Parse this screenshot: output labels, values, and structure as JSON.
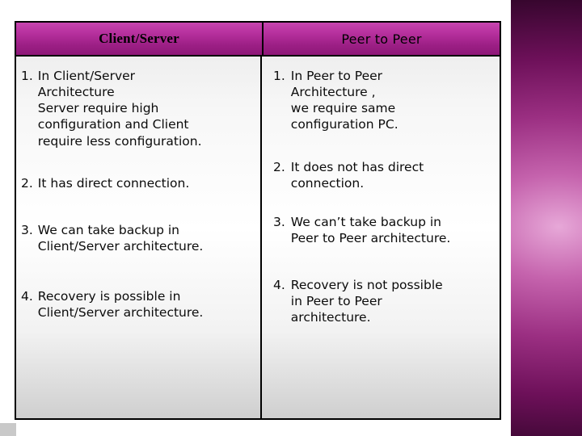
{
  "slide": {
    "table": {
      "headers": {
        "left": "Client/Server",
        "right": "Peer to Peer"
      },
      "rows": [
        {
          "number_left": "1.",
          "left": "In Client/Server\nArchitecture\nServer require high\nconfiguration and Client\nrequire less configuration.",
          "number_right": "1.",
          "right": "In Peer to Peer\nArchitecture ,\nwe require same\nconfiguration PC."
        },
        {
          "number_left": "2.",
          "left": "It has direct connection.",
          "number_right": "2.",
          "right": "It does not has direct\nconnection."
        },
        {
          "number_left": "3.",
          "left": "We can take backup in\nClient/Server architecture.",
          "number_right": "3.",
          "right": "We can’t take backup in\nPeer to Peer architecture."
        },
        {
          "number_left": "4.",
          "left": "Recovery is possible in\nClient/Server architecture.",
          "number_right": "4.",
          "right": "Recovery is not possible\nin Peer to Peer\narchitecture."
        }
      ]
    },
    "colors": {
      "header_fill": "#b52f9c",
      "border": "#000000",
      "background_accent": "#9b2f82",
      "text": "#0b0b0b"
    }
  }
}
